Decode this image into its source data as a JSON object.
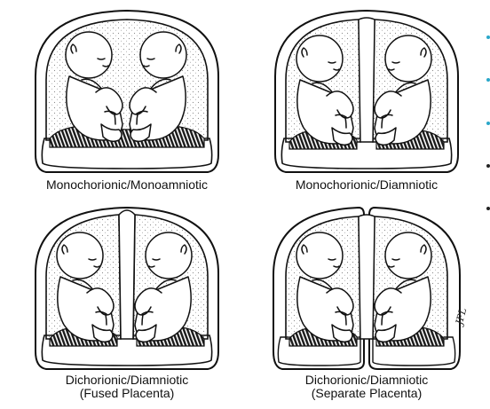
{
  "diagrams": [
    {
      "id": "mono-mono",
      "caption_lines": [
        "Monochorionic/Monoamniotic"
      ],
      "sacs": 1,
      "outer_shells": 1
    },
    {
      "id": "mono-di",
      "caption_lines": [
        "Monochorionic/Diamniotic"
      ],
      "sacs": 2,
      "outer_shells": 1
    },
    {
      "id": "di-di-fused",
      "caption_lines": [
        "Dichorionic/Diamniotic",
        "(Fused Placenta)"
      ],
      "sacs": 2,
      "outer_shells": 1
    },
    {
      "id": "di-di-separate",
      "caption_lines": [
        "Dichorionic/Diamniotic",
        "(Separate Placenta)"
      ],
      "sacs": 2,
      "outer_shells": 2
    }
  ],
  "bullet_colors": [
    "#2aa7c9",
    "#2aa7c9",
    "#2aa7c9",
    "#222222",
    "#222222"
  ],
  "signature": "JPL",
  "colors": {
    "line": "#111111",
    "fluid_dots": "#8a8a8a",
    "placenta": "#1a1a1a"
  }
}
